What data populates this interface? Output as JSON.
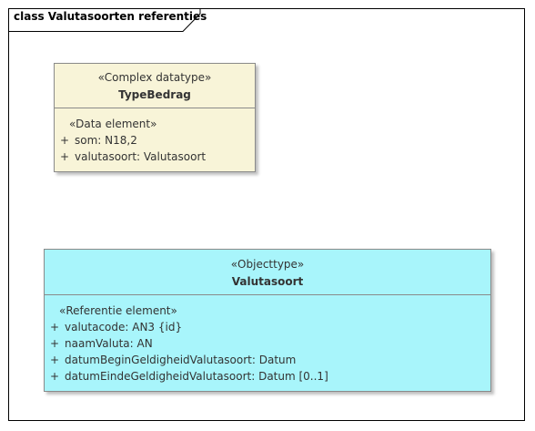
{
  "diagram": {
    "frame_title": "class Valutasoorten referenties"
  },
  "classes": [
    {
      "stereotype": "«Complex datatype»",
      "name": "TypeBedrag",
      "attribute_stereotype": "«Data element»",
      "attributes": [
        {
          "visibility": "+",
          "text": "som: N18,2"
        },
        {
          "visibility": "+",
          "text": "valutasoort: Valutasoort"
        }
      ]
    },
    {
      "stereotype": "«Objecttype»",
      "name": "Valutasoort",
      "attribute_stereotype": "«Referentie element»",
      "attributes": [
        {
          "visibility": "+",
          "text": "valutacode: AN3 {id}"
        },
        {
          "visibility": "+",
          "text": "naamValuta: AN"
        },
        {
          "visibility": "+",
          "text": "datumBeginGeldigheidValutasoort: Datum"
        },
        {
          "visibility": "+",
          "text": "datumEindeGeldigheidValutasoort: Datum [0..1]"
        }
      ]
    }
  ]
}
